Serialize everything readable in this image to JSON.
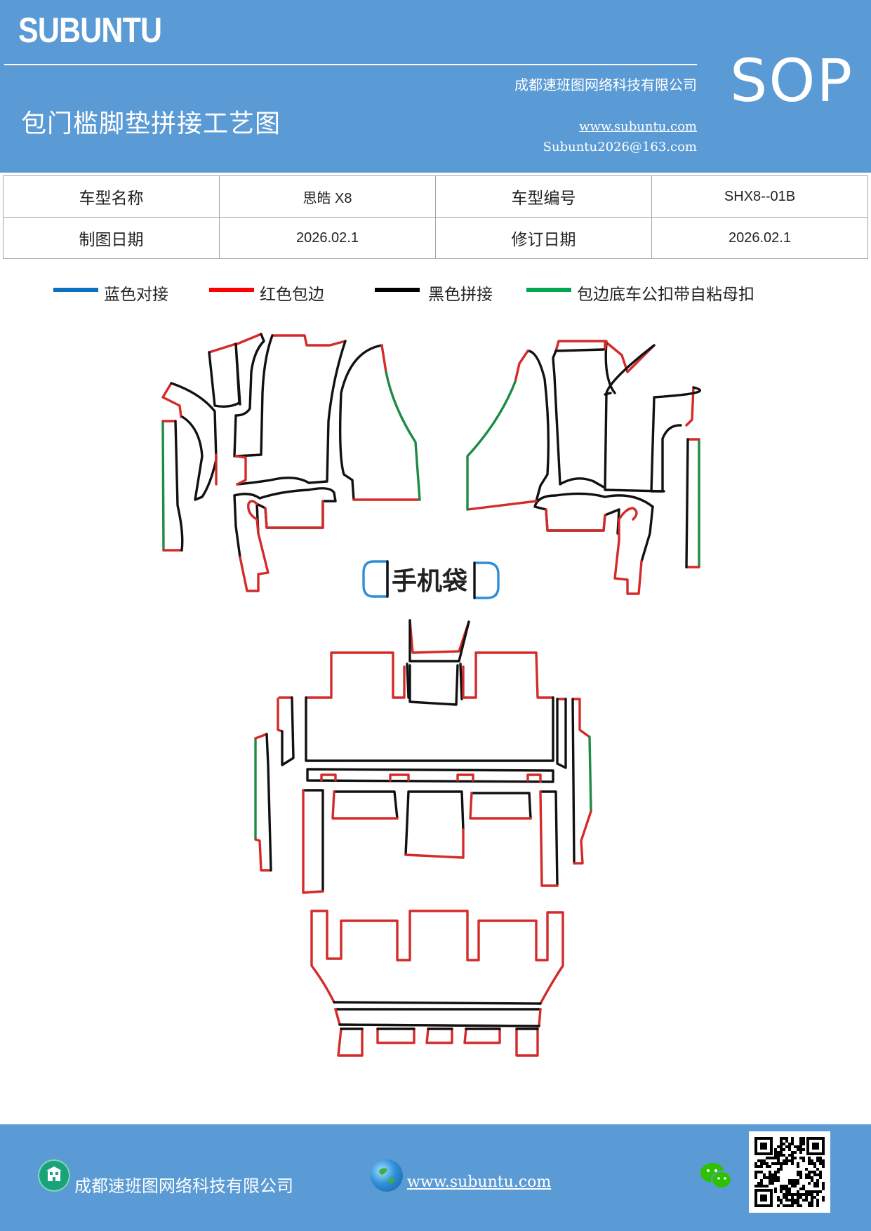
{
  "header": {
    "brand": "SUBUNTU",
    "company": "成都速班图网络科技有限公司",
    "title": "包门槛脚垫拼接工艺图",
    "website": "www.subuntu.com",
    "email": "Subuntu2026@163.com",
    "badge": "SOP"
  },
  "info_table": {
    "model_name_label": "车型名称",
    "model_name_value": "思皓 X8",
    "model_code_label": "车型编号",
    "model_code_value": "SHX8--01B",
    "draw_date_label": "制图日期",
    "draw_date_value": "2026.02.1",
    "revise_date_label": "修订日期",
    "revise_date_value": "2026.02.1"
  },
  "legend": [
    {
      "label": "蓝色对接",
      "color": "#0a70c0"
    },
    {
      "label": "红色包边",
      "color": "#ff0000"
    },
    {
      "label": "黑色拼接",
      "color": "#000000"
    },
    {
      "label": "包边底车公扣带自粘母扣",
      "color": "#00a650"
    }
  ],
  "diagram": {
    "phone_pocket_label": "手机袋",
    "colors": {
      "black": "#111111",
      "red": "#d42a2a",
      "green": "#1e8a45",
      "blue": "#2e8ed8"
    }
  },
  "footer": {
    "company": "成都速班图网络科技有限公司",
    "website": "www.subuntu.com"
  },
  "icons": {
    "building": "building-icon",
    "globe": "globe-icon",
    "wechat": "wechat-icon",
    "qr": "qr-code"
  }
}
